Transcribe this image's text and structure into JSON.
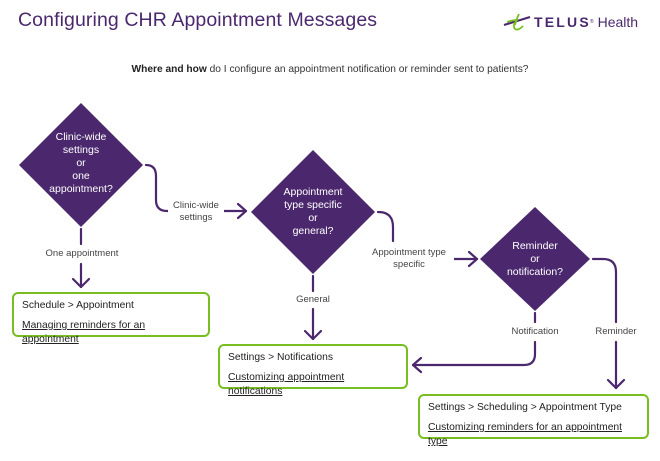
{
  "header": {
    "title": "Configuring CHR Appointment Messages",
    "logo": {
      "brand": "TELUS",
      "trademark": "®",
      "product": "Health",
      "icon": "telus-logo-icon"
    }
  },
  "question": {
    "bold": "Where and how",
    "rest": " do I configure an appointment notification or reminder sent to patients?"
  },
  "colors": {
    "decision": "#4b286d",
    "outcome_border": "#78be20",
    "connector": "#4b286d"
  },
  "decisions": [
    {
      "id": "scope",
      "lines": [
        "Clinic-wide",
        "settings",
        "or",
        "one",
        "appointment?"
      ]
    },
    {
      "id": "type",
      "lines": [
        "Appointment",
        "type specific",
        "or",
        "general?"
      ]
    },
    {
      "id": "kind",
      "lines": [
        "Reminder",
        "or",
        "notification?"
      ]
    }
  ],
  "edges": [
    {
      "from": "scope",
      "to": "type",
      "label": [
        "Clinic-wide",
        "settings"
      ]
    },
    {
      "from": "scope",
      "to": "schedule-appointment",
      "label": [
        "One appointment"
      ]
    },
    {
      "from": "type",
      "to": "kind",
      "label": [
        "Appointment type",
        "specific"
      ]
    },
    {
      "from": "type",
      "to": "settings-notifications",
      "label": [
        "General"
      ]
    },
    {
      "from": "kind",
      "to": "settings-notifications",
      "label": [
        "Notification"
      ]
    },
    {
      "from": "kind",
      "to": "appointment-type",
      "label": [
        "Reminder"
      ]
    }
  ],
  "outcomes": [
    {
      "id": "schedule-appointment",
      "path": "Schedule > Appointment",
      "link": "Managing reminders for an appointment"
    },
    {
      "id": "settings-notifications",
      "path": "Settings > Notifications",
      "link": "Customizing appointment notifications"
    },
    {
      "id": "appointment-type",
      "path": "Settings > Scheduling > Appointment Type",
      "link": "Customizing reminders for an appointment type"
    }
  ]
}
